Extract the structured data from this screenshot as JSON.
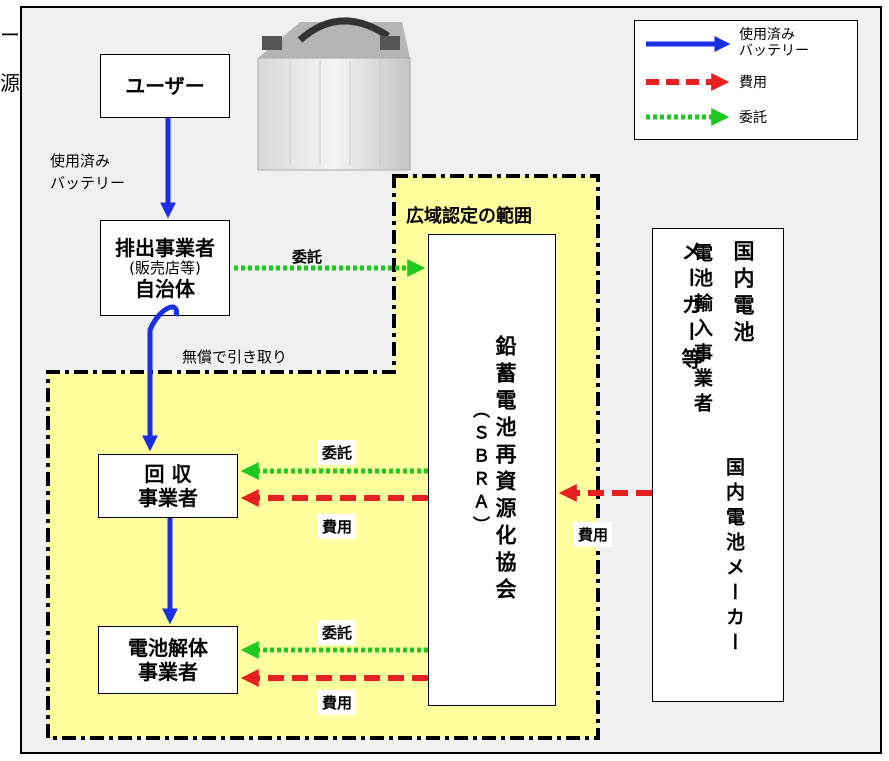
{
  "edge_chars": [
    "ー",
    "源"
  ],
  "legend": {
    "used_battery": "使用済み\nバッテリー",
    "cost": "費用",
    "consign": "委託"
  },
  "nodes": {
    "user": "ユーザー",
    "discharger_line1": "排出事業者",
    "discharger_line2": "(販売店等)",
    "discharger_line3": "自治体",
    "collector_line1": "回 収",
    "collector_line2": "事業者",
    "dismantler_line1": "電池解体",
    "dismantler_line2": "事業者",
    "sbra": "鉛蓄電池再資源化協会",
    "sbra_paren": "（ＳＢＲＡ）",
    "maker_col1": "国内電池",
    "maker_col2": "メーカー等",
    "maker_col3": "国内電池メーカー",
    "maker_col4": "電池輸入事業者"
  },
  "labels": {
    "used_battery": "使用済み\nバッテリー",
    "free_pickup": "無償で引き取り",
    "consign_top": "委託",
    "consign_mid": "委託",
    "consign_low": "委託",
    "cost_mid": "費用",
    "cost_low": "費用",
    "cost_maker": "費用",
    "wide_area": "広域認定の範囲"
  },
  "colors": {
    "blue": "#1a2ee6",
    "red": "#e62020",
    "green": "#1ec81e",
    "zone": "#ffffa0"
  }
}
